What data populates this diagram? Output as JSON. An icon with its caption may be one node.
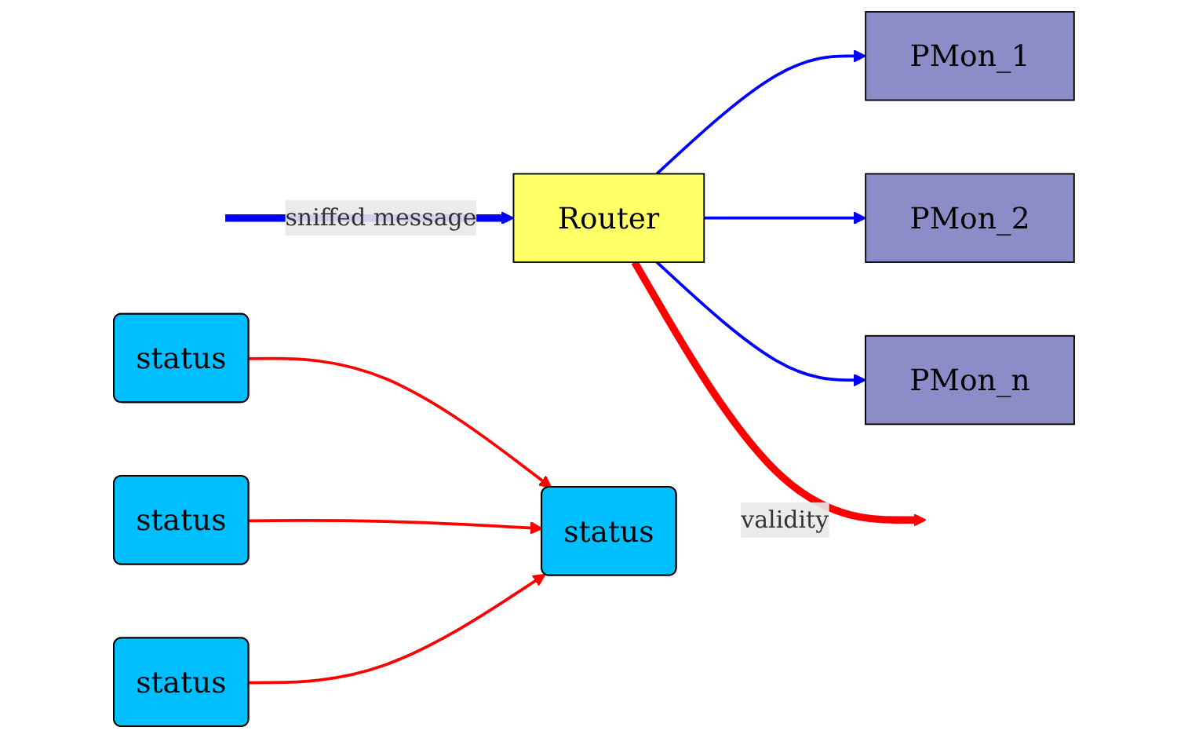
{
  "diagram": {
    "nodes": [
      {
        "text": [
          "PMon_1"
        ]
      },
      {
        "text": [
          "status"
        ]
      },
      {
        "text": [
          "Router"
        ]
      },
      {
        "text": [
          "status"
        ]
      },
      {
        "text": [
          "PMon_2"
        ]
      },
      {
        "text": [
          "status"
        ]
      },
      {
        "text": [
          "PMon_n"
        ]
      },
      {
        "text": [
          "status"
        ]
      }
    ],
    "edges": [
      {
        "from": 2,
        "to": 0,
        "arrow": "to",
        "color": "#0000ff"
      },
      {
        "from": 2,
        "to": 4,
        "arrow": "to",
        "color": "#0000ff"
      },
      {
        "from": 2,
        "to": 6,
        "arrow": "to",
        "color": "#0000ff"
      },
      {
        "from": 1,
        "to": 3,
        "arrow": "to",
        "color": "#ff0000"
      },
      {
        "from": 5,
        "to": 3,
        "arrow": "to",
        "color": "#ff0000"
      },
      {
        "from": 7,
        "to": 3,
        "arrow": "to",
        "color": "#ff0000"
      },
      {
        "from": 2,
        "to": null,
        "arrow": "to",
        "label": "validity",
        "style": "thick",
        "color": "#ff0000"
      },
      {
        "from": null,
        "to": 2,
        "arrow": "to",
        "label": "sniffed message",
        "style": "thick",
        "color": "#0000ff"
      }
    ]
  }
}
